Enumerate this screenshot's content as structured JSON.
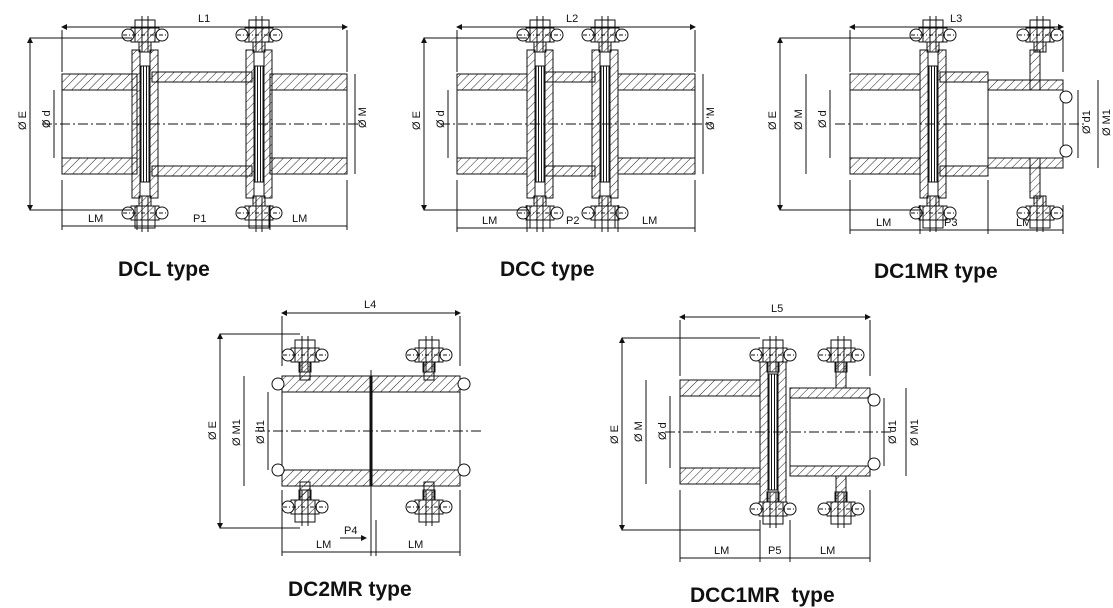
{
  "figures": [
    {
      "caption": "DCL type",
      "length": "L1",
      "hub_bore": "Ø d",
      "outer": "Ø E",
      "hub_od": "Ø M",
      "lm_left": "LM",
      "lm_right": "LM",
      "spacer": "P1"
    },
    {
      "caption": "DCC type",
      "length": "L2",
      "hub_bore": "Ø d",
      "outer": "Ø E",
      "hub_od": "Ø 'M",
      "lm_left": "LM",
      "lm_right": "LM",
      "spacer": "P2"
    },
    {
      "caption": "DC1MR type",
      "length": "L3",
      "hub_bore": "Ø d",
      "outer": "Ø E",
      "hub_od": "Ø M",
      "ring_bore": "Ø d1",
      "ring_od": "Ø M1",
      "lm_left": "LM",
      "lm_right": "LM",
      "spacer": "P3"
    },
    {
      "caption": "DC2MR type",
      "length": "L4",
      "outer": "Ø E",
      "ring_od": "Ø M1",
      "ring_bore": "Ø d1",
      "lm_left": "LM",
      "lm_right": "LM",
      "spacer": "P4"
    },
    {
      "caption": "DCC1MR  type",
      "length": "L5",
      "outer": "Ø E",
      "hub_od": "Ø M",
      "hub_bore": "Ø d",
      "ring_bore": "Ø d1",
      "ring_od": "Ø M1",
      "lm_left": "LM",
      "lm_right": "LM",
      "spacer": "P5"
    }
  ]
}
